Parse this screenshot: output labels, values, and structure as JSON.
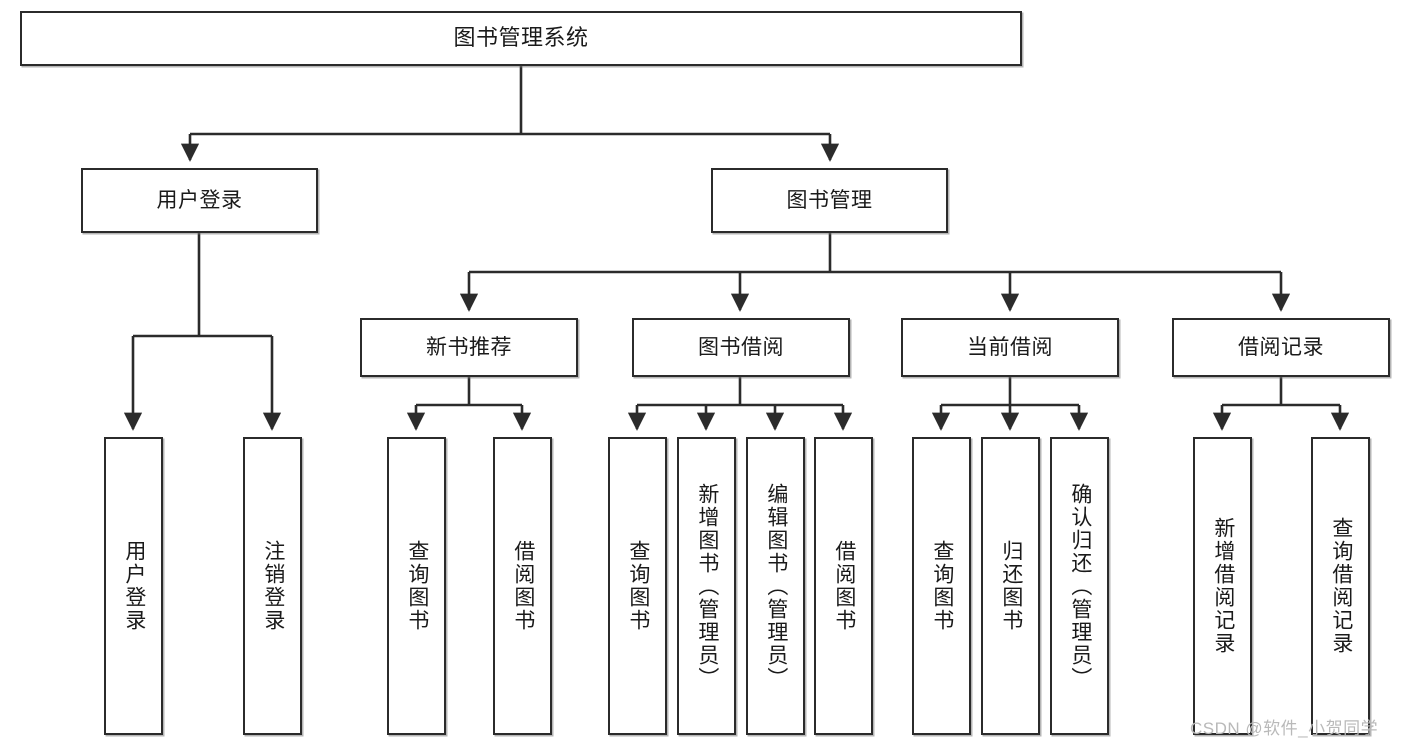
{
  "diagram": {
    "title": "图书管理系统",
    "type": "tree-hierarchy",
    "watermark": "CSDN @软件_小贺同学",
    "colors": {
      "node_border": "#2b2b2b",
      "node_fill": "#ffffff",
      "connector": "#2b2b2b",
      "text": "#1a1a1a",
      "watermark": "#b9b9b9",
      "background": "#ffffff"
    },
    "levels": {
      "root": {
        "label": "图书管理系统"
      },
      "level2": [
        {
          "id": "user-login",
          "label": "用户登录"
        },
        {
          "id": "book-manage",
          "label": "图书管理"
        }
      ],
      "level3": [
        {
          "id": "new-book-rec",
          "label": "新书推荐",
          "parent": "book-manage"
        },
        {
          "id": "book-borrow",
          "label": "图书借阅",
          "parent": "book-manage"
        },
        {
          "id": "current-borrow",
          "label": "当前借阅",
          "parent": "book-manage"
        },
        {
          "id": "borrow-record",
          "label": "借阅记录",
          "parent": "book-manage"
        }
      ],
      "leaves": [
        {
          "id": "leaf-user-login",
          "label": "用户登录",
          "parent": "user-login"
        },
        {
          "id": "leaf-user-logout",
          "label": "注销登录",
          "parent": "user-login"
        },
        {
          "id": "leaf-query-book-1",
          "label": "查询图书",
          "parent": "new-book-rec"
        },
        {
          "id": "leaf-borrow-book-1",
          "label": "借阅图书",
          "parent": "new-book-rec"
        },
        {
          "id": "leaf-query-book-2",
          "label": "查询图书",
          "parent": "book-borrow"
        },
        {
          "id": "leaf-add-book",
          "label": "新增图书（管理员）",
          "parent": "book-borrow"
        },
        {
          "id": "leaf-edit-book",
          "label": "编辑图书（管理员）",
          "parent": "book-borrow"
        },
        {
          "id": "leaf-borrow-book-2",
          "label": "借阅图书",
          "parent": "book-borrow"
        },
        {
          "id": "leaf-query-book-3",
          "label": "查询图书",
          "parent": "current-borrow"
        },
        {
          "id": "leaf-return-book",
          "label": "归还图书",
          "parent": "current-borrow"
        },
        {
          "id": "leaf-confirm-return",
          "label": "确认归还（管理员）",
          "parent": "current-borrow"
        },
        {
          "id": "leaf-add-record",
          "label": "新增借阅记录",
          "parent": "borrow-record"
        },
        {
          "id": "leaf-query-record",
          "label": "查询借阅记录",
          "parent": "borrow-record"
        }
      ]
    }
  }
}
